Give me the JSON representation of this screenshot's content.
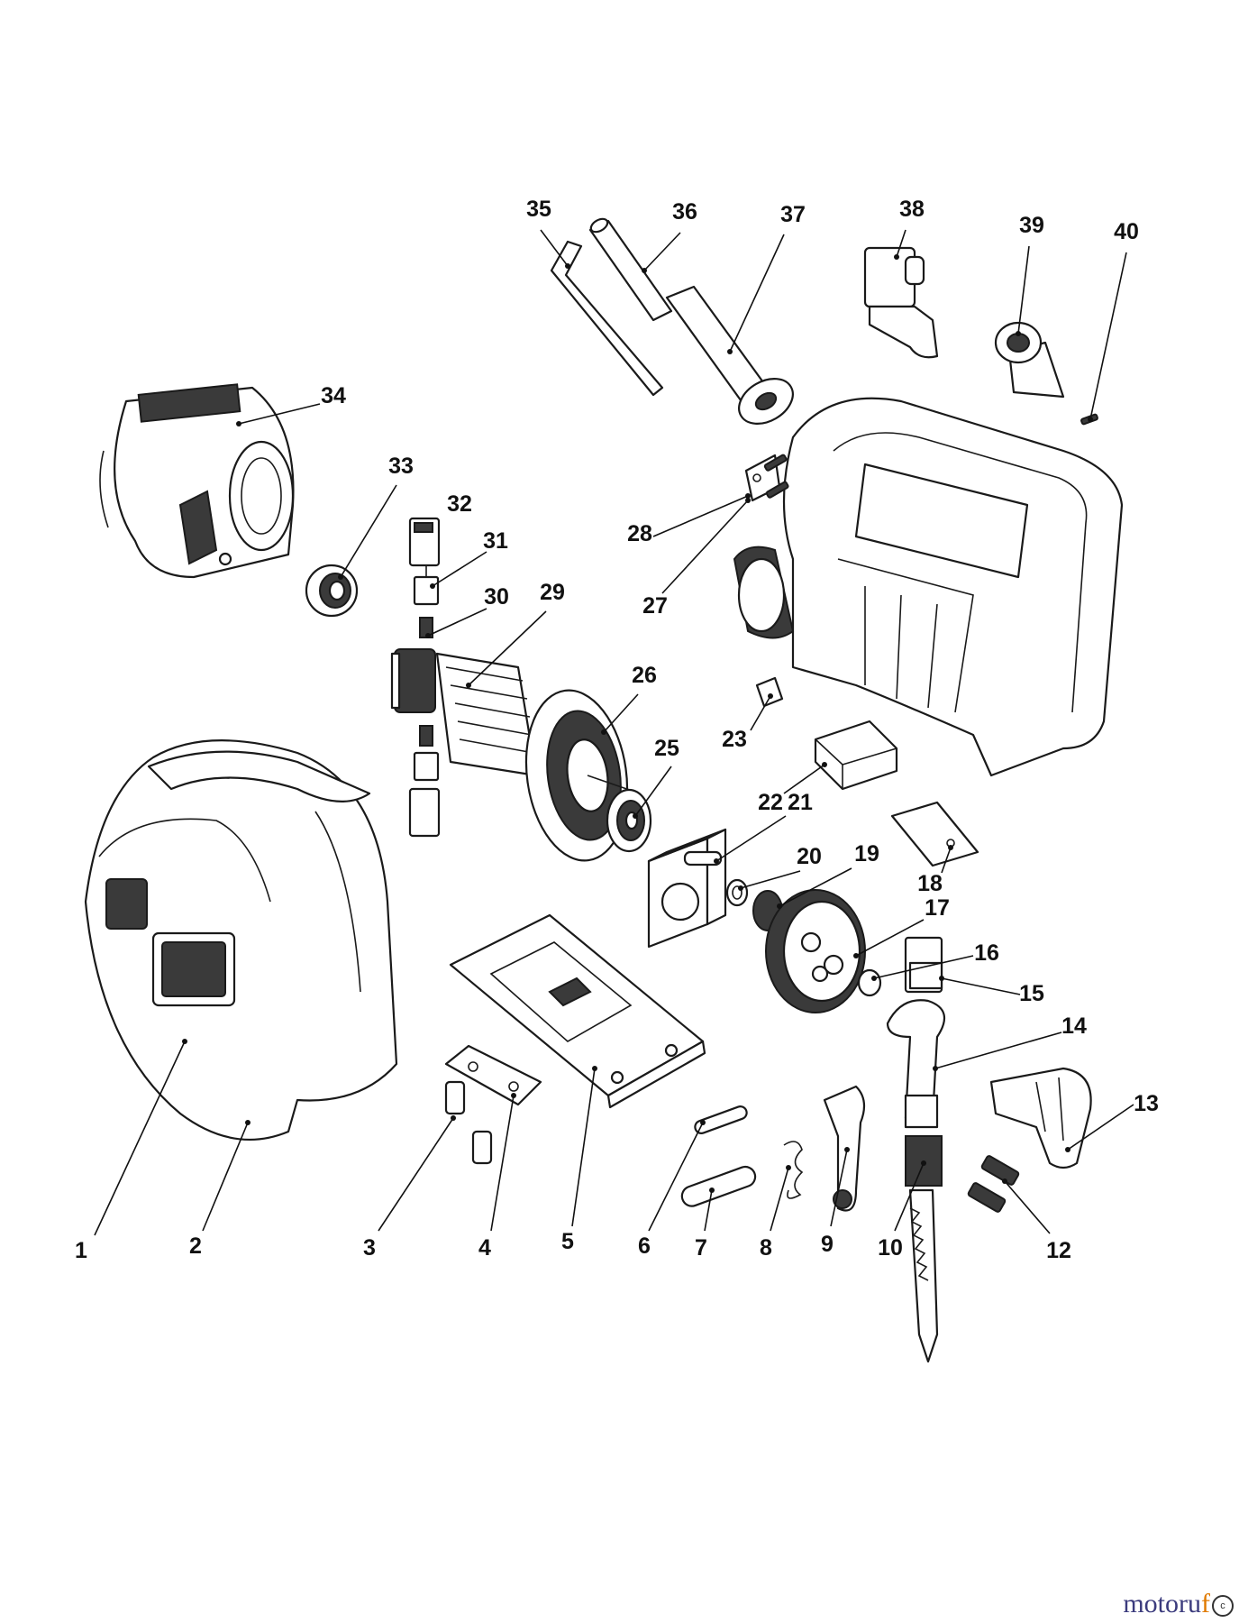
{
  "diagram": {
    "callouts": [
      "1",
      "2",
      "3",
      "4",
      "5",
      "6",
      "7",
      "8",
      "9",
      "10",
      "12",
      "13",
      "14",
      "15",
      "16",
      "17",
      "18",
      "19",
      "20",
      "21",
      "22",
      "23",
      "25",
      "26",
      "27",
      "28",
      "29",
      "30",
      "31",
      "32",
      "33",
      "34",
      "35",
      "36",
      "37",
      "38",
      "39",
      "40"
    ]
  },
  "watermark": {
    "part1": "motoru",
    "part2": "f",
    "mark": "c"
  }
}
